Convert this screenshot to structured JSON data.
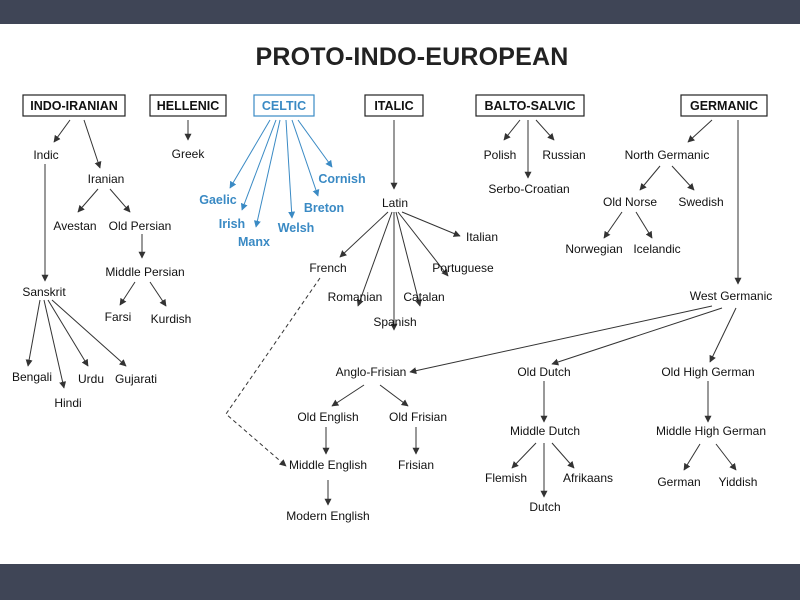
{
  "title": "PROTO-INDO-EUROPEAN",
  "colors": {
    "text": "#111111",
    "celtic": "#3a8ac4",
    "arrow": "#333333",
    "background": "#3f4556"
  },
  "branches": {
    "indo_iranian": "INDO-IRANIAN",
    "hellenic": "HELLENIC",
    "celtic": "CELTIC",
    "italic": "ITALIC",
    "balto_salvic": "BALTO-SALVIC",
    "germanic": "GERMANIC"
  },
  "languages": {
    "indic": "Indic",
    "iranian": "Iranian",
    "avestan": "Avestan",
    "old_persian": "Old Persian",
    "middle_persian": "Middle Persian",
    "farsi": "Farsi",
    "kurdish": "Kurdish",
    "sanskrit": "Sanskrit",
    "bengali": "Bengali",
    "hindi": "Hindi",
    "urdu": "Urdu",
    "gujarati": "Gujarati",
    "greek": "Greek",
    "gaelic": "Gaelic",
    "irish": "Irish",
    "manx": "Manx",
    "welsh": "Welsh",
    "breton": "Breton",
    "cornish": "Cornish",
    "latin": "Latin",
    "french": "French",
    "romanian": "Romanian",
    "spanish": "Spanish",
    "catalan": "Catalan",
    "portuguese": "Portuguese",
    "italian": "Italian",
    "polish": "Polish",
    "russian": "Russian",
    "serbo_croatian": "Serbo-Croatian",
    "north_germanic": "North Germanic",
    "old_norse": "Old Norse",
    "swedish": "Swedish",
    "norwegian": "Norwegian",
    "icelandic": "Icelandic",
    "west_germanic": "West Germanic",
    "anglo_frisian": "Anglo-Frisian",
    "old_english": "Old English",
    "old_frisian": "Old Frisian",
    "middle_english": "Middle English",
    "frisian": "Frisian",
    "modern_english": "Modern English",
    "old_dutch": "Old Dutch",
    "middle_dutch": "Middle Dutch",
    "flemish": "Flemish",
    "afrikaans": "Afrikaans",
    "dutch": "Dutch",
    "old_high_german": "Old High German",
    "middle_high_german": "Middle High German",
    "german": "German",
    "yiddish": "Yiddish"
  }
}
